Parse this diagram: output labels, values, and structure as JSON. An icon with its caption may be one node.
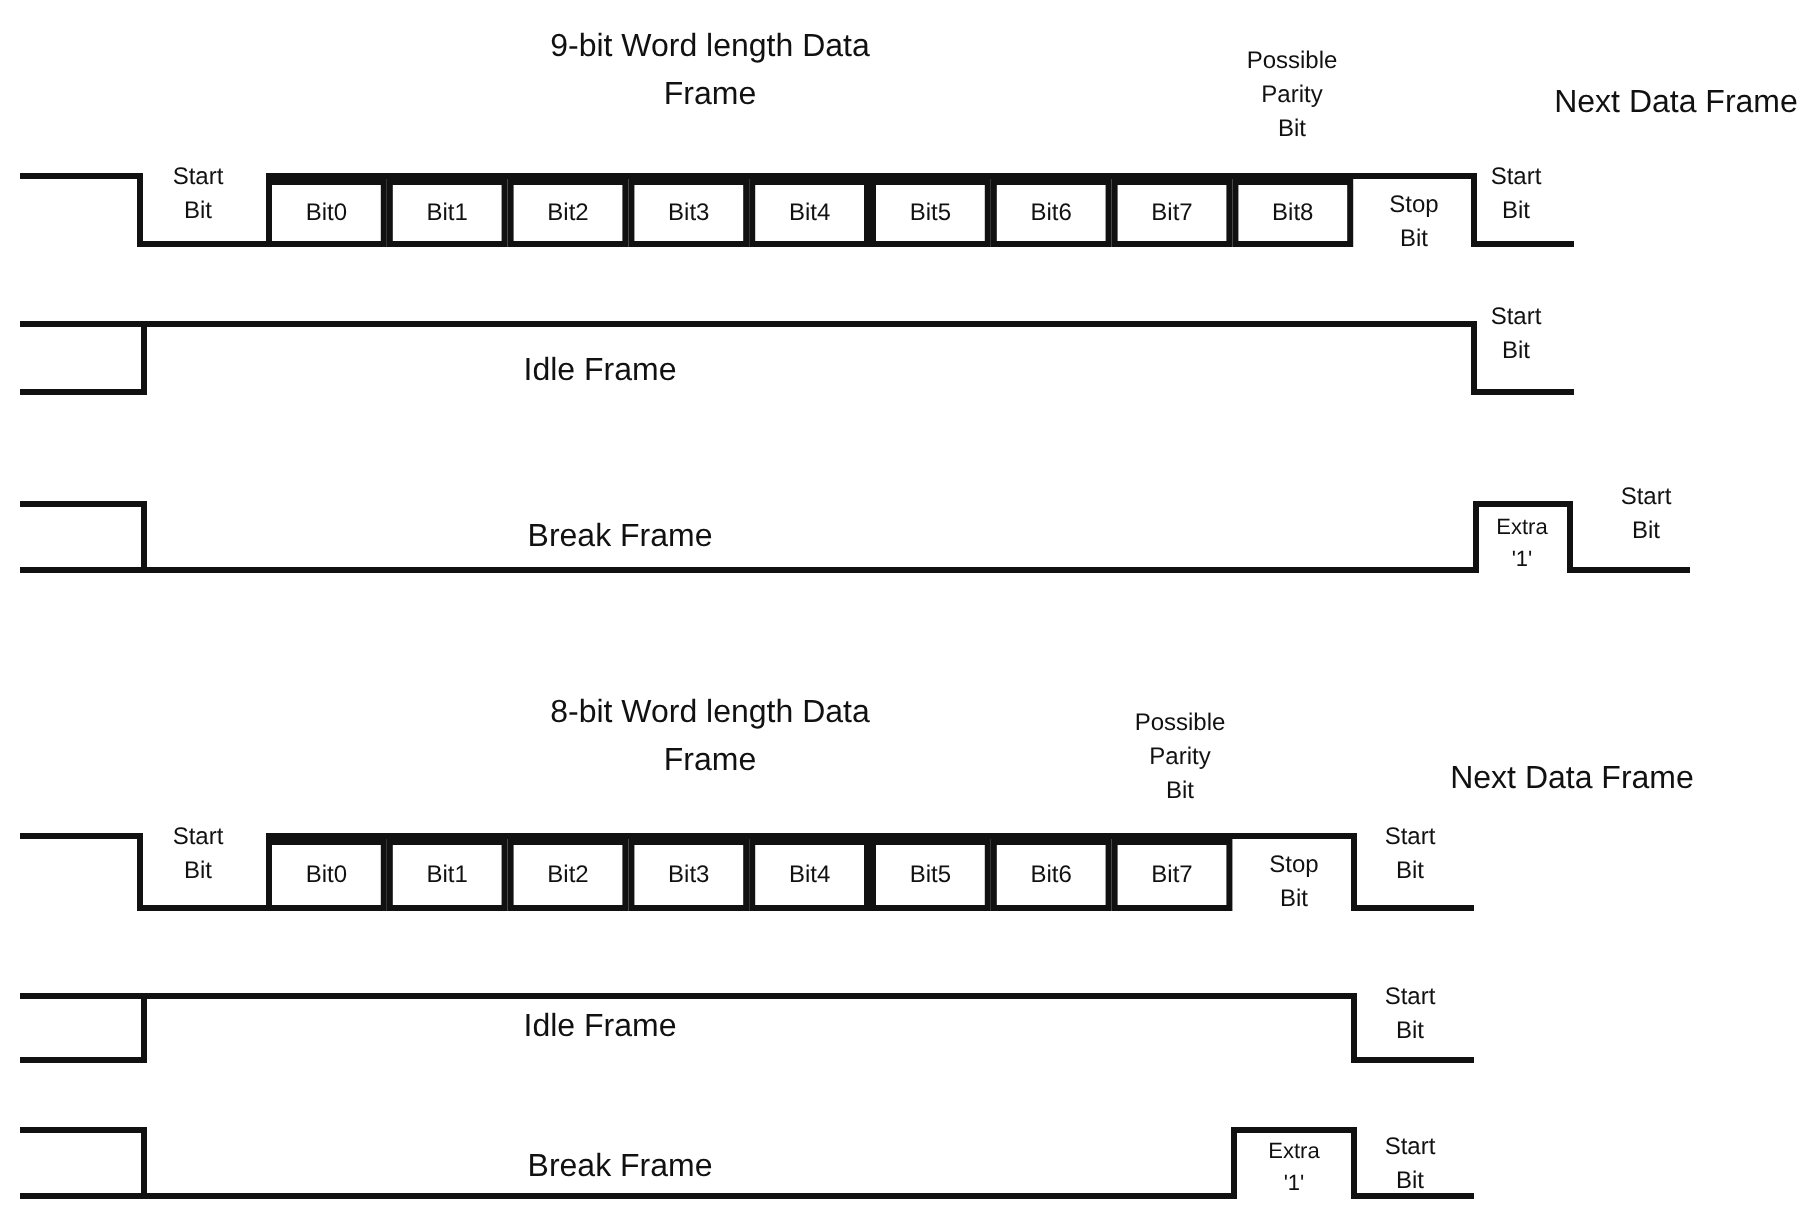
{
  "diagram": {
    "labels": [
      "9-bit Word length Data Frame",
      "Possible Parity Bit",
      "Next Data Frame",
      "Start Bit",
      "Bit0",
      "Bit1",
      "Bit2",
      "Bit3",
      "Bit4",
      "Bit5",
      "Bit6",
      "Bit7",
      "Bit8",
      "Stop Bit",
      "Start Bit",
      "Idle Frame",
      "Start Bit",
      "Break Frame",
      "Extra '1'",
      "Start Bit",
      "8-bit Word length Data Frame",
      "Possible Parity Bit",
      "Next Data Frame",
      "Start Bit",
      "Bit0",
      "Bit1",
      "Bit2",
      "Bit3",
      "Bit4",
      "Bit5",
      "Bit6",
      "Bit7",
      "Stop Bit",
      "Start Bit",
      "Idle Frame",
      "Start Bit",
      "Break Frame",
      "Extra '1'",
      "Start Bit"
    ]
  }
}
